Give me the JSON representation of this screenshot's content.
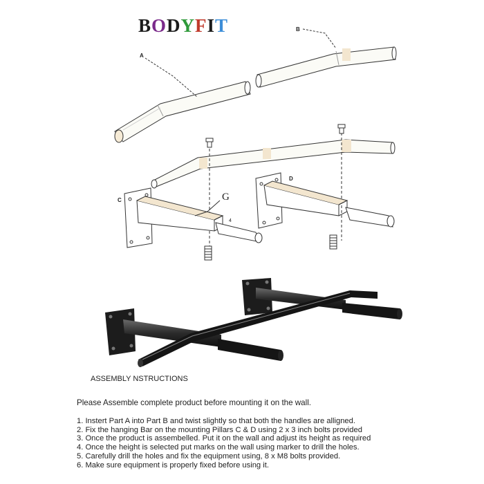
{
  "brand": {
    "letters": [
      {
        "char": "B",
        "color": "#1b1b1b"
      },
      {
        "char": "O",
        "color": "#7a2a8a"
      },
      {
        "char": "D",
        "color": "#1b1b1b"
      },
      {
        "char": "Y",
        "color": "#2f9a3a"
      },
      {
        "char": "F",
        "color": "#c0392b"
      },
      {
        "char": "I",
        "color": "#1b1b1b"
      },
      {
        "char": "T",
        "color": "#3d8ed8"
      }
    ]
  },
  "diagram": {
    "labels": {
      "a": "A",
      "b": "B",
      "c": "C",
      "d": "D",
      "g": "G",
      "four": "4"
    }
  },
  "instructions": {
    "heading": "ASSEMBLY NSTRUCTIONS",
    "intro": "Please Assemble complete product before mounting it on the wall.",
    "steps": [
      "1. Instert Part A into Part B and twist slightly so that both the handles are alligned.",
      "2. Fix the hanging Bar on the mounting Pillars C & D using 2 x 3 inch bolts provided",
      "3. Once the product is assembelled. Put it on the wall and adjust its height as required",
      "4. Once the height is selected put marks on the wall using marker to drill the holes.",
      "5. Carefully drill the holes and fix the equipment using, 8 x M8 bolts provided.",
      "6. Make sure equipment is properly fixed before using it."
    ]
  }
}
